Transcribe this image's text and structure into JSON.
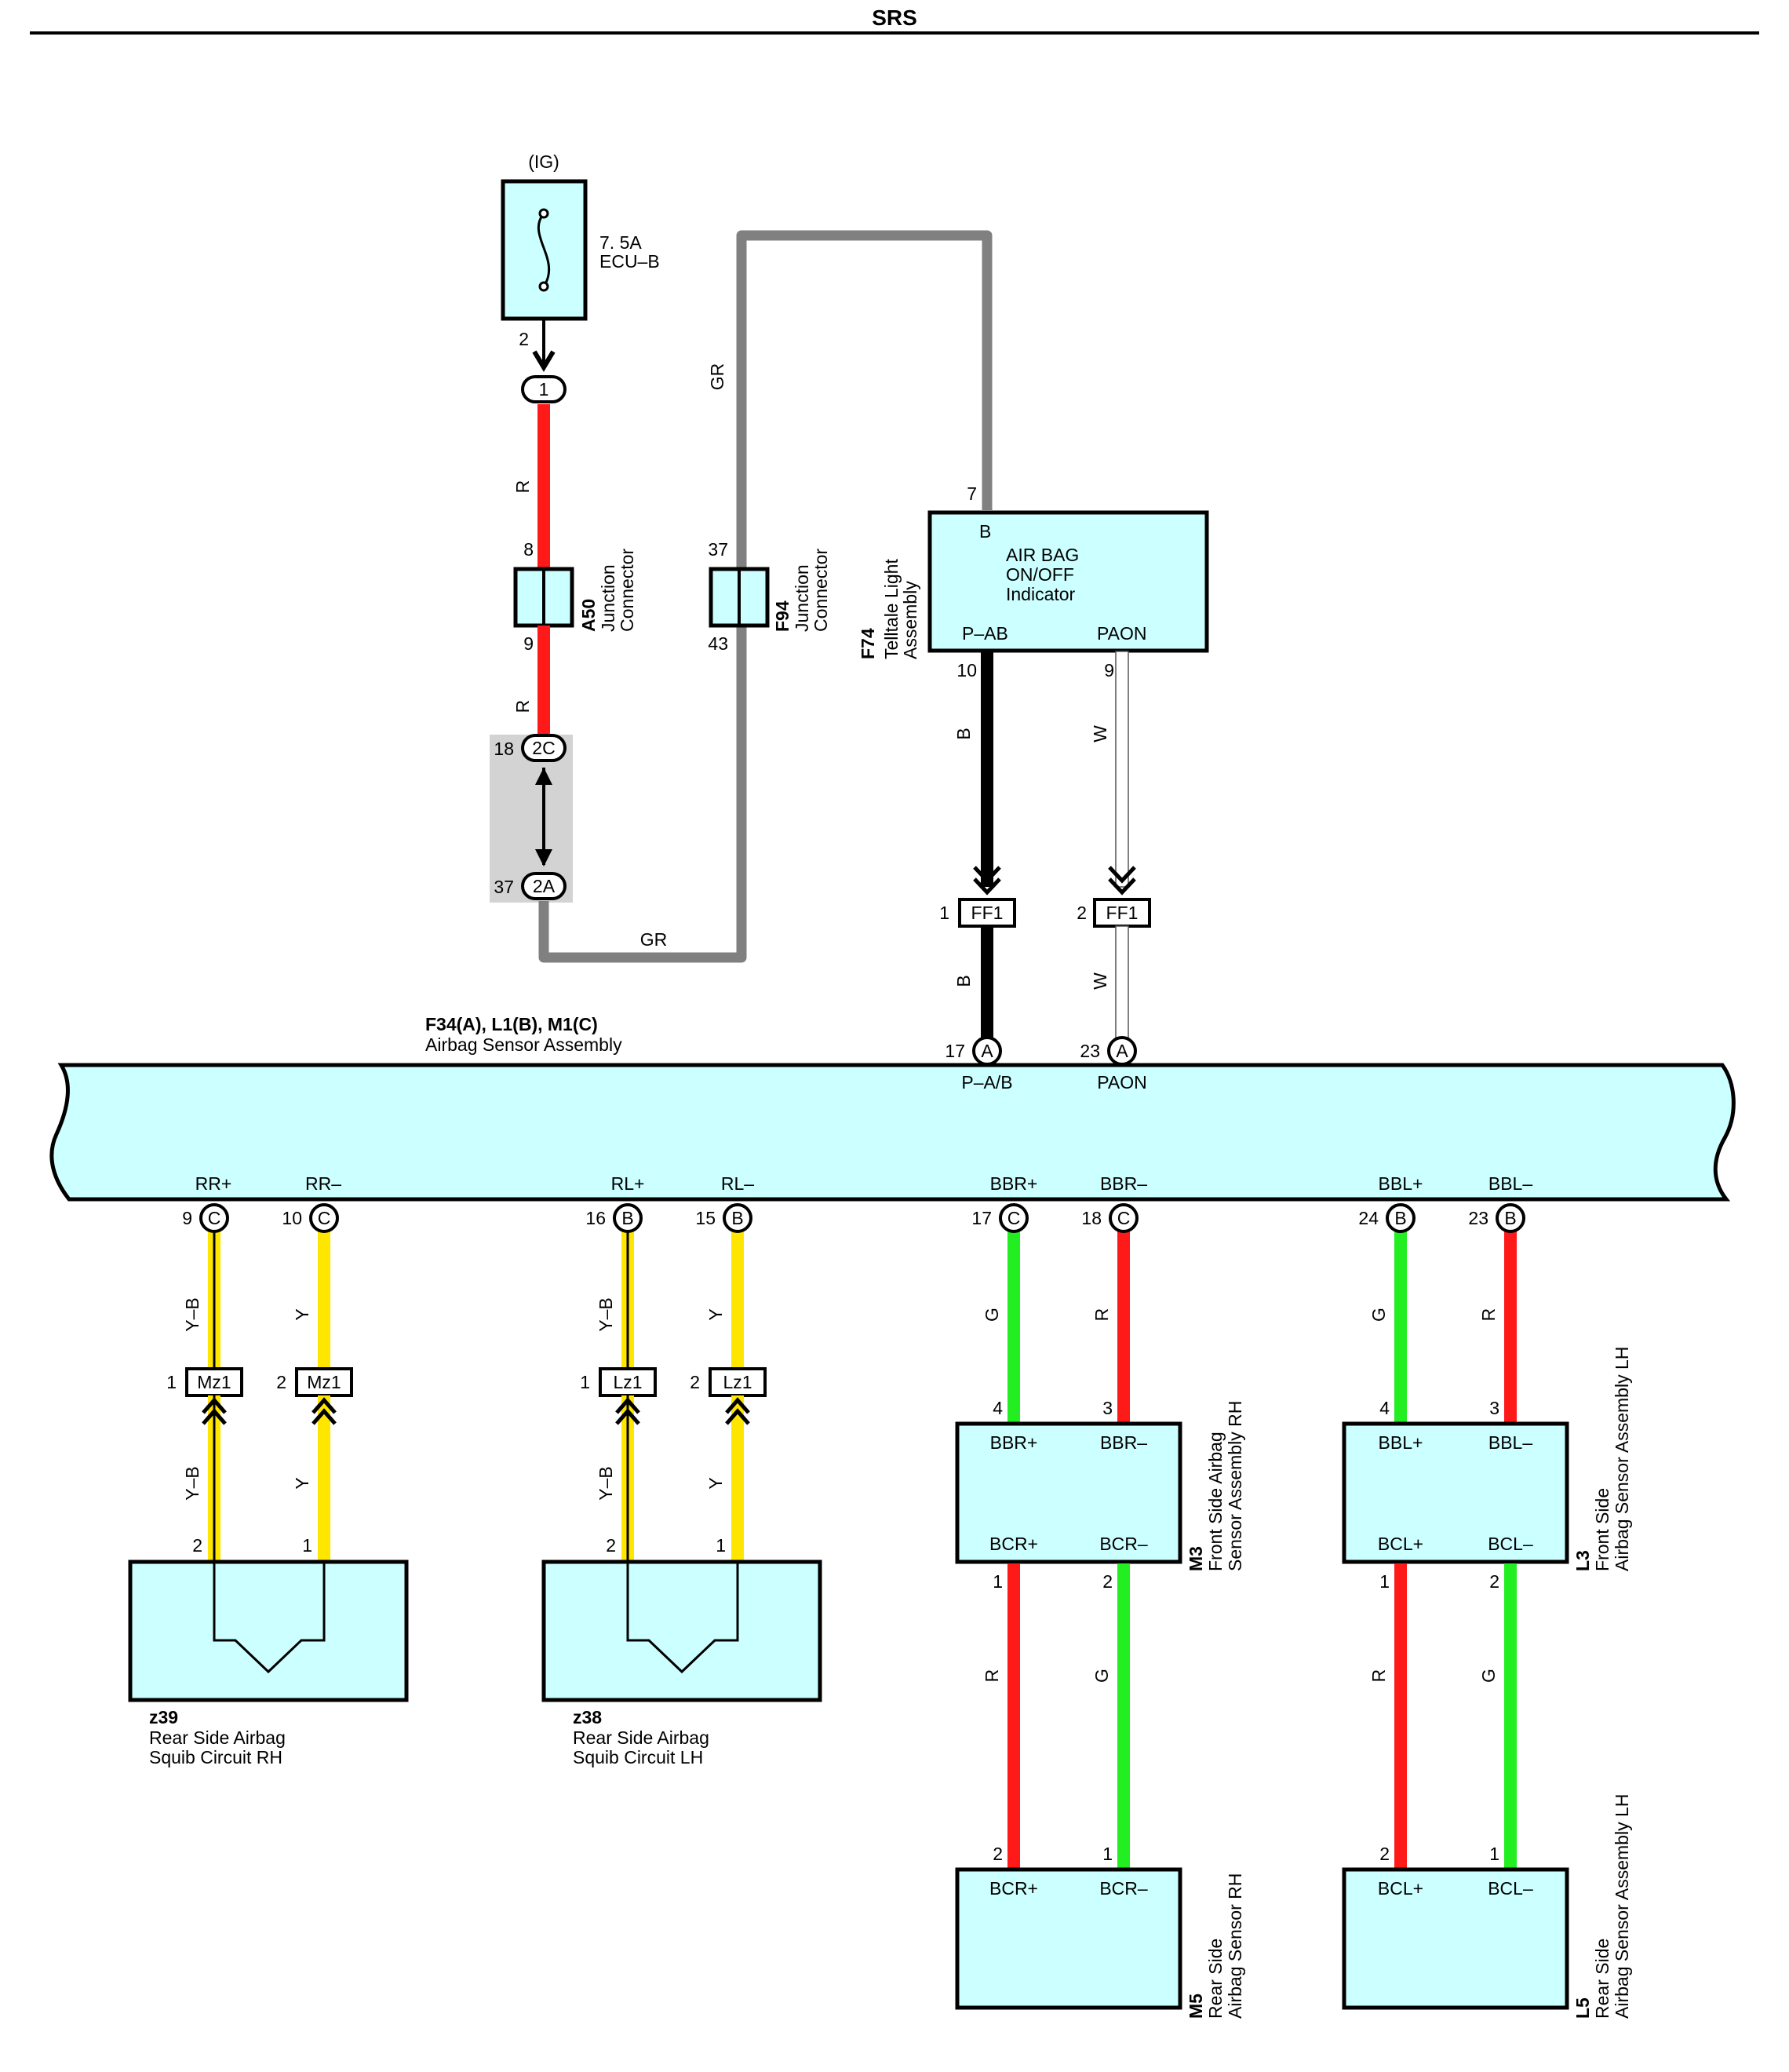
{
  "title": "SRS",
  "colors": {
    "R": "#ff1a1a",
    "GR": "#808080",
    "B": "#000000",
    "W": "#ffffff",
    "Y": "#ffe600",
    "G": "#22ee22",
    "box": "#ccffff",
    "shade": "#d3d3d3"
  },
  "power": {
    "ig": "(IG)",
    "fuse_rating": "7. 5A",
    "fuse_name": "ECU–B",
    "pin": "2",
    "conn": "1"
  },
  "a50": {
    "code": "A50",
    "name1": "Junction",
    "name2": "Connector",
    "pin_in": "8",
    "pin_out": "9"
  },
  "f94": {
    "code": "F94",
    "name1": "Junction",
    "name2": "Connector",
    "pin_in": "37",
    "pin_out": "43"
  },
  "shaded": {
    "top_pin": "18",
    "top_conn": "2C",
    "bot_pin": "37",
    "bot_conn": "2A"
  },
  "f74": {
    "code": "F74",
    "name1": "Telltale Light",
    "name2": "Assembly",
    "label1": "AIR BAG",
    "label2": "ON/OFF",
    "label3": "Indicator",
    "term_b": "B",
    "pin_b": "7",
    "term_pab": "P–AB",
    "pin_pab": "10",
    "term_paon": "PAON",
    "pin_paon": "9"
  },
  "ff1": {
    "label": "FF1",
    "pin1": "1",
    "pin2": "2"
  },
  "sensor_assy": {
    "codes": "F34(A), L1(B), M1(C)",
    "name": "Airbag Sensor Assembly",
    "top_terms": [
      {
        "pin": "17",
        "conn": "A",
        "name": "P–A/B"
      },
      {
        "pin": "23",
        "conn": "A",
        "name": "PAON"
      }
    ],
    "bottom_terms": [
      {
        "pin": "9",
        "conn": "C",
        "name": "RR+"
      },
      {
        "pin": "10",
        "conn": "C",
        "name": "RR–"
      },
      {
        "pin": "16",
        "conn": "B",
        "name": "RL+"
      },
      {
        "pin": "15",
        "conn": "B",
        "name": "RL–"
      },
      {
        "pin": "17",
        "conn": "C",
        "name": "BBR+"
      },
      {
        "pin": "18",
        "conn": "C",
        "name": "BBR–"
      },
      {
        "pin": "24",
        "conn": "B",
        "name": "BBL+"
      },
      {
        "pin": "23",
        "conn": "B",
        "name": "BBL–"
      }
    ]
  },
  "wire_labels": {
    "r": "R",
    "gr": "GR",
    "b": "B",
    "w": "W",
    "y": "Y",
    "yb": "Y–B",
    "g": "G"
  },
  "inline_connectors": [
    {
      "label": "Mz1",
      "pin": "1"
    },
    {
      "label": "Mz1",
      "pin": "2"
    },
    {
      "label": "Lz1",
      "pin": "1"
    },
    {
      "label": "Lz1",
      "pin": "2"
    }
  ],
  "z39": {
    "code": "z39",
    "name1": "Rear Side Airbag",
    "name2": "Squib Circuit RH",
    "pin_a": "2",
    "pin_b": "1"
  },
  "z38": {
    "code": "z38",
    "name1": "Rear Side Airbag",
    "name2": "Squib Circuit LH",
    "pin_a": "2",
    "pin_b": "1"
  },
  "m3": {
    "code": "M3",
    "name1": "Front Side Airbag",
    "name2": "Sensor Assembly RH",
    "t1": "BBR+",
    "t2": "BBR–",
    "t3": "BCR+",
    "t4": "BCR–",
    "p1": "4",
    "p2": "3",
    "p3": "1",
    "p4": "2"
  },
  "l3": {
    "code": "L3",
    "name1": "Front Side",
    "name2": "Airbag Sensor Assembly LH",
    "t1": "BBL+",
    "t2": "BBL–",
    "t3": "BCL+",
    "t4": "BCL–",
    "p1": "4",
    "p2": "3",
    "p3": "1",
    "p4": "2"
  },
  "m5": {
    "code": "M5",
    "name1": "Rear Side",
    "name2": "Airbag Sensor RH",
    "t1": "BCR+",
    "t2": "BCR–",
    "p1": "2",
    "p2": "1"
  },
  "l5": {
    "code": "L5",
    "name1": "Rear Side",
    "name2": "Airbag Sensor Assembly LH",
    "t1": "BCL+",
    "t2": "BCL–",
    "p1": "2",
    "p2": "1"
  }
}
